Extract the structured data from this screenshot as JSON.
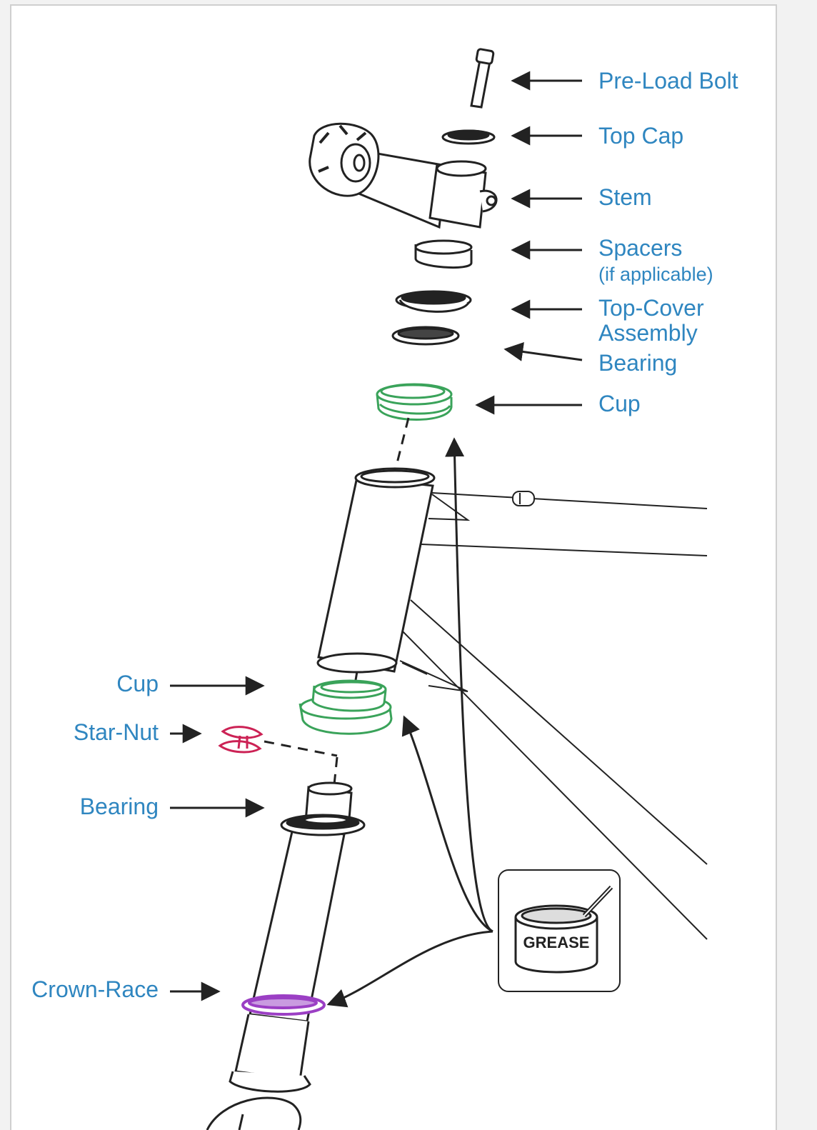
{
  "colors": {
    "label": "#2f86c0",
    "line": "#222222",
    "cup_green": "#3aa35a",
    "star_nut": "#cc2255",
    "crown_race": "#9b3fc4"
  },
  "labels": {
    "preload_bolt": "Pre-Load Bolt",
    "top_cap": "Top Cap",
    "stem": "Stem",
    "spacers": "Spacers",
    "spacers_note": "(if applicable)",
    "top_cover_1": "Top-Cover",
    "top_cover_2": "Assembly",
    "bearing_upper": "Bearing",
    "cup_upper": "Cup",
    "cup_lower": "Cup",
    "star_nut": "Star-Nut",
    "bearing_lower": "Bearing",
    "crown_race": "Crown-Race"
  },
  "grease": {
    "label": "GREASE",
    "icon": "grease-can-icon"
  }
}
